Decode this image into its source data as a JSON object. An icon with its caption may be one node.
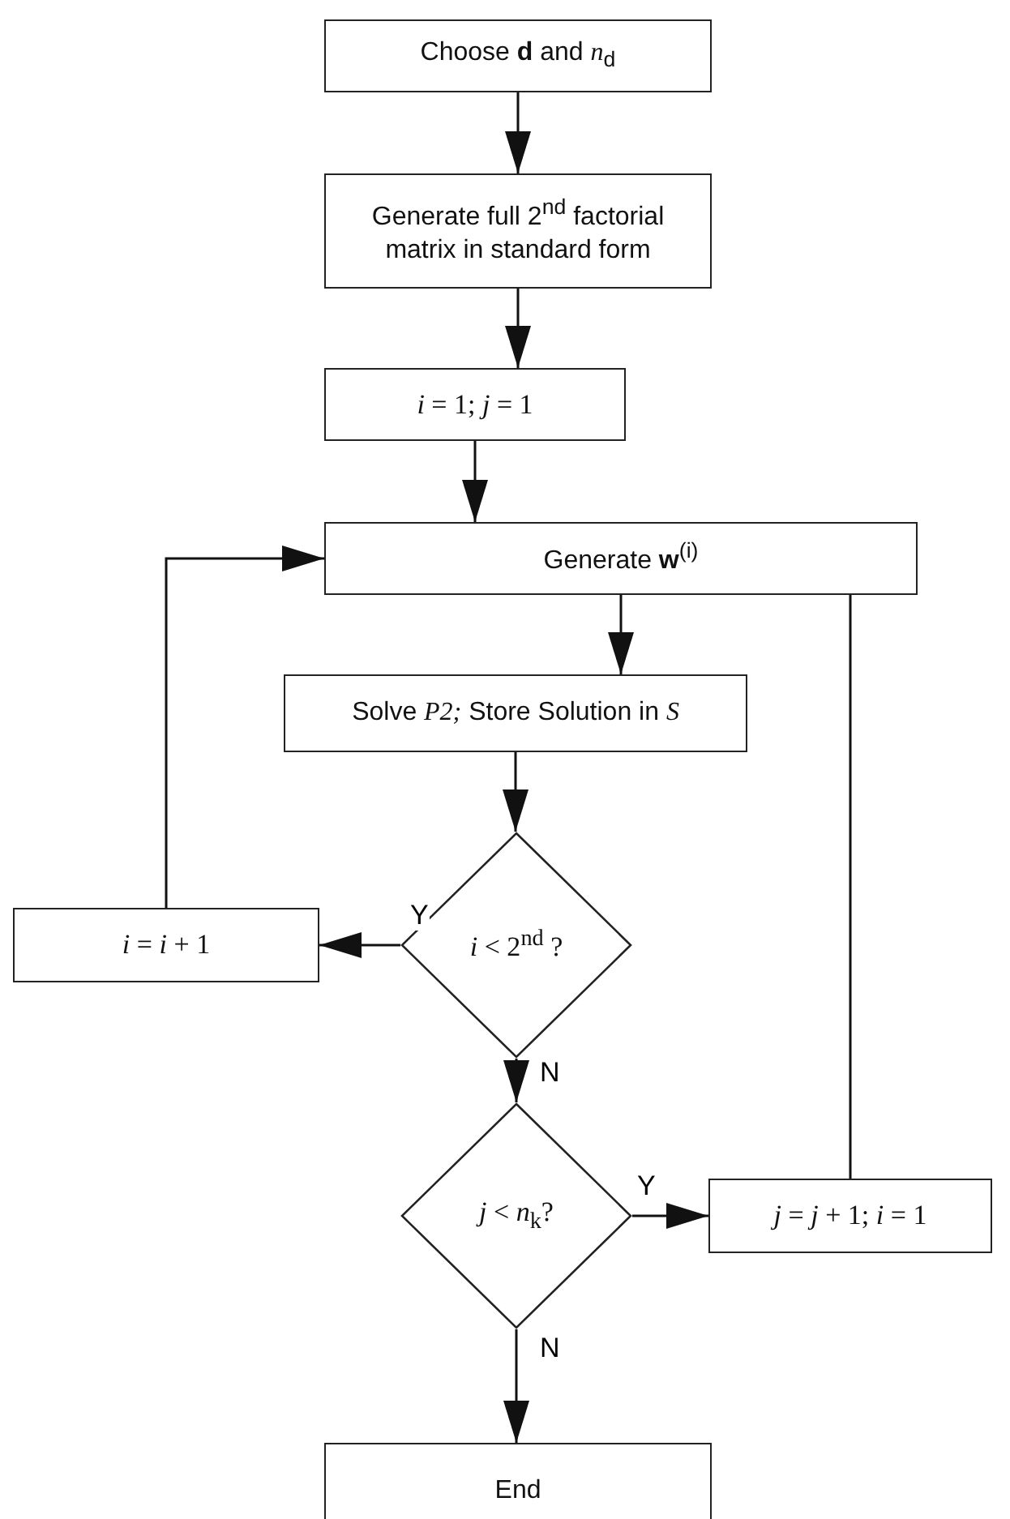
{
  "diagram": {
    "nodes": [
      {
        "text": [
          "Choose **d** and *n*$_{d}$"
        ]
      },
      {
        "text": [
          "Generate full 2$^{nd}$ factorial matrix in standard form"
        ]
      },
      {
        "text": [
          "*i* = 1; *j* = 1"
        ]
      },
      {
        "text": [
          "Generate **w**$^{(i)}$"
        ]
      },
      {
        "text": [
          "Solve *P2;* Store Solution in *S*"
        ]
      },
      {
        "text": [
          "*i* < 2$^{nd}$ ?"
        ]
      },
      {
        "text": [
          "*i* = *i* + 1"
        ]
      },
      {
        "text": [
          "*j* < *n*$_{k}$?"
        ]
      },
      {
        "text": [
          "*j* = *j* + 1; *i* = 1"
        ]
      },
      {
        "text": [
          "End"
        ]
      }
    ],
    "edges": [
      {
        "from": 0,
        "to": 1,
        "arrow": "to"
      },
      {
        "from": 1,
        "to": 2,
        "arrow": "to"
      },
      {
        "from": 2,
        "to": 3,
        "arrow": "to"
      },
      {
        "from": 3,
        "to": 4,
        "arrow": "to"
      },
      {
        "from": 4,
        "to": 5,
        "arrow": "to"
      },
      {
        "from": 5,
        "to": 6,
        "arrow": "to",
        "label": "Y"
      },
      {
        "from": 6,
        "to": 3,
        "arrow": "to"
      },
      {
        "from": 5,
        "to": 7,
        "arrow": "to",
        "label": "N"
      },
      {
        "from": 7,
        "to": 8,
        "arrow": "to",
        "label": "Y"
      },
      {
        "from": 8,
        "to": 3,
        "arrow": "to"
      },
      {
        "from": 7,
        "to": 9,
        "arrow": "to",
        "label": "N"
      }
    ]
  }
}
